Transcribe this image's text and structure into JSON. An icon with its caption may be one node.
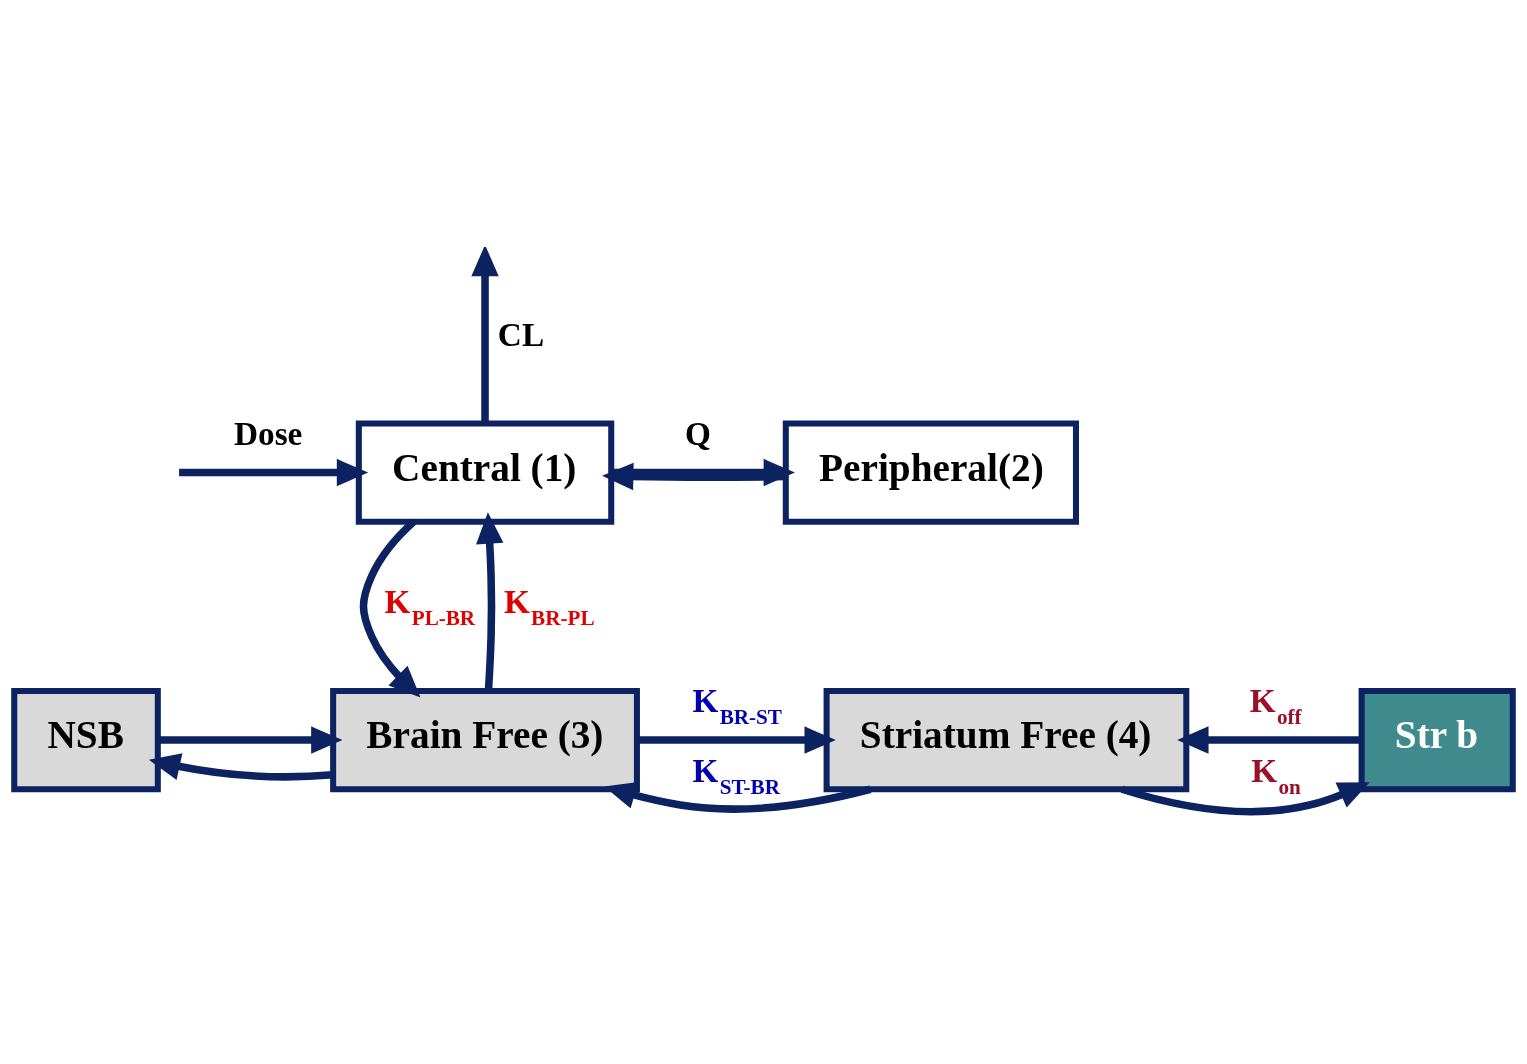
{
  "diagram": {
    "nodes": [
      {
        "text": [
          "Central (1)"
        ]
      },
      {
        "text": [
          "Peripheral(2)"
        ]
      },
      {
        "text": [
          "NSB"
        ]
      },
      {
        "text": [
          "Brain Free (3)"
        ]
      },
      {
        "text": [
          "Striatum Free (4)"
        ]
      },
      {
        "text": [
          "Str b"
        ]
      }
    ],
    "edges": [
      {
        "from": null,
        "to": 0,
        "arrow": "to",
        "label": "Dose"
      },
      {
        "from": 0,
        "to": null,
        "arrow": "to",
        "label": "CL"
      },
      {
        "from": 0,
        "to": 1,
        "arrow": "to",
        "label": "Q"
      },
      {
        "from": 1,
        "to": 0,
        "arrow": "to"
      },
      {
        "from": 0,
        "to": 3,
        "arrow": "to",
        "label": "K$_{PL-BR}$"
      },
      {
        "from": 3,
        "to": 0,
        "arrow": "to",
        "label": "K$_{BR-PL}$"
      },
      {
        "from": 3,
        "to": 2,
        "arrow": "to"
      },
      {
        "from": 2,
        "to": 3,
        "arrow": "to"
      },
      {
        "from": 3,
        "to": 4,
        "arrow": "to",
        "label": "K$_{BR-ST}$"
      },
      {
        "from": 4,
        "to": 3,
        "arrow": "to",
        "label": "K$_{ST-BR}$"
      },
      {
        "from": 4,
        "to": 5,
        "arrow": "to",
        "label": "K$_{on}$"
      },
      {
        "from": 5,
        "to": 4,
        "arrow": "to",
        "label": "K$_{off}$"
      }
    ]
  }
}
